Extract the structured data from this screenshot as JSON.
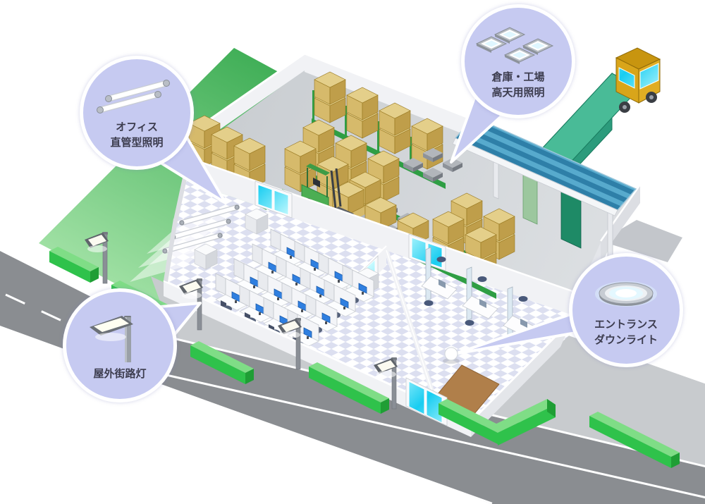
{
  "callouts": [
    {
      "id": "office-lighting",
      "icon": "fluorescent-tubes-icon",
      "line1": "オフィス",
      "line2": "直管型照明"
    },
    {
      "id": "warehouse-lighting",
      "icon": "highbay-ceiling-lights-icon",
      "line1": "倉庫・工場",
      "line2": "高天用照明"
    },
    {
      "id": "street-lighting",
      "icon": "street-lamp-icon",
      "line1": "屋外街路灯",
      "line2": ""
    },
    {
      "id": "entrance-lighting",
      "icon": "downlight-icon",
      "line1": "エントランス",
      "line2": "ダウンライト"
    }
  ],
  "palette": {
    "pageBg": "#ffffff",
    "bubbleFill": "#c6caf1",
    "bubbleBorder": "#ffffff",
    "textColor": "#3c3c4e",
    "grassDark": "#3fae56",
    "grassLight": "#a5e3a8",
    "hedgeTop": "#7fdd86",
    "hedgeFront": "#2fc24b",
    "hedgeSide": "#1f9e35",
    "road": "#8a8d91",
    "sidewalk": "#c8cbce",
    "ramp": "#c3c6cb",
    "lineWhite": "#ffffff",
    "wall": "#f1f2f5",
    "wallShade": "#e4e6ea",
    "wallOuter": "#dcdee3",
    "whFloorA": "#c9cdd1",
    "whFloorB": "#dcdfe2",
    "tileA": "#ffffff",
    "tileB": "#dcdff0",
    "boxTop": "#e4cf8a",
    "boxLeft": "#d6ba6b",
    "boxRight": "#bf9e4a",
    "boxEdge": "#96761f",
    "rackGreen": "#2f9e44",
    "palletTop": "#b2b6bb",
    "palletSide": "#81868d",
    "forkliftGreen": "#4cae53",
    "truckCabYellow": "#d9a51a",
    "trailerTeal": "#2c9b7c",
    "trailerTealLight": "#49bb97",
    "canopyA": "#57aacd",
    "canopyB": "#2e7fa8",
    "windowCyanA": "#c9fbff",
    "windowCyanB": "#18cdf1",
    "monitorBlue": "#2f7fe0",
    "metal": "#8a8f96",
    "metalDark": "#5f646b",
    "matBrown": "#b07f4a",
    "glow": "#ffffff"
  }
}
